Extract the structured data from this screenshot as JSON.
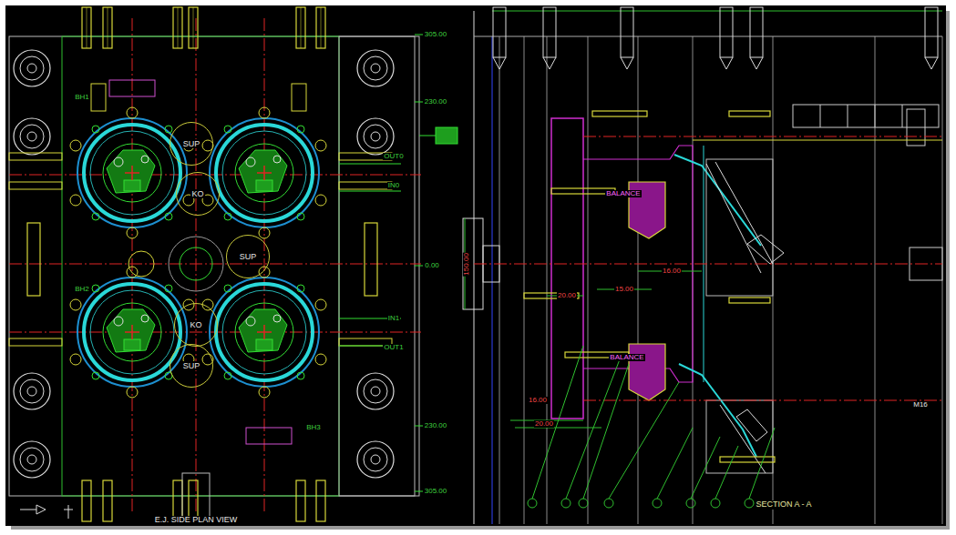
{
  "diagram": {
    "nodes": [
      {
        "text": [
          "SUP"
        ]
      },
      {
        "text": [
          "KO"
        ]
      },
      {
        "text": [
          "SUP"
        ]
      },
      {
        "text": [
          "KO"
        ]
      },
      {
        "text": [
          "SUP"
        ]
      }
    ],
    "labels": [
      "E.J. SIDE PLAN VIEW",
      "SECTION A - A",
      "305.00",
      "230.00",
      "0.00",
      "230.00",
      "305.00",
      "OUT0",
      "IN0",
      "IN1",
      "OUT1",
      "BH1",
      "BH2",
      "BH3",
      "M16",
      "BALANCE",
      "BALANCE",
      "16.00",
      "20.00",
      "16.00",
      "20.00",
      "15.00",
      "150.00"
    ]
  }
}
